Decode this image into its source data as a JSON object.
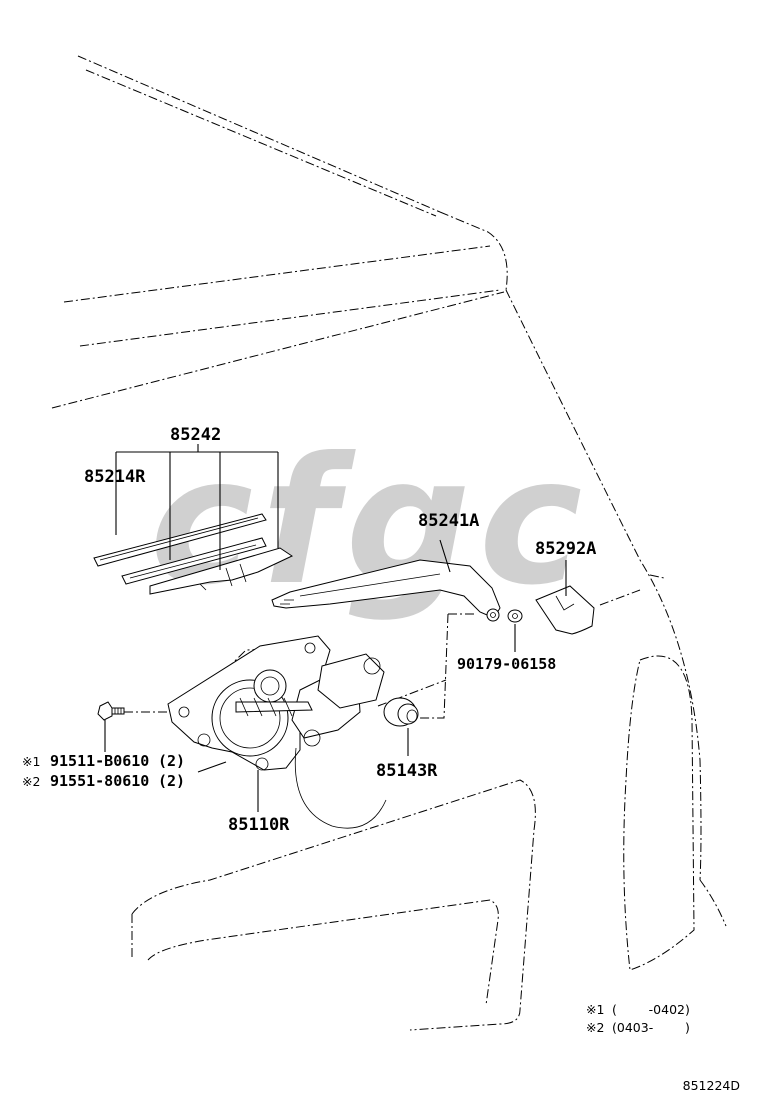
{
  "diagram": {
    "parts": {
      "blade_assembly": "85242",
      "blade_rubber": "85214R",
      "wiper_arm": "85241A",
      "arm_cap": "85292A",
      "nut": "90179-06158",
      "motor": "85110R",
      "grommet": "85143R"
    },
    "bolts": [
      {
        "mark": "※1",
        "number": "91511-B0610",
        "qty": "(2)"
      },
      {
        "mark": "※2",
        "number": "91551-80610",
        "qty": "(2)"
      }
    ],
    "footnotes": [
      {
        "mark": "※1",
        "range": "(        -0402)"
      },
      {
        "mark": "※2",
        "range": "(0403-        )"
      }
    ],
    "diagram_code": "851224D"
  },
  "watermark": {
    "text": "cfgc",
    "color": "#c8c8c8"
  }
}
